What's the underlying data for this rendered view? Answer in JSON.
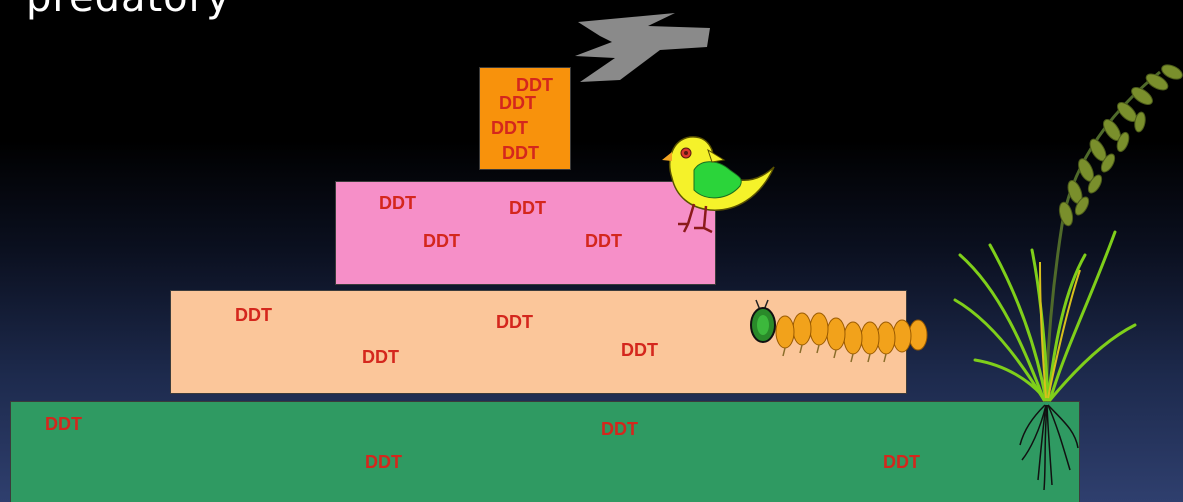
{
  "title": "predatory",
  "ddt_label": "DDT",
  "colors": {
    "soil": "#2f9a62",
    "producer_tier": "#fbc69a",
    "primary_consumer_tier": "#f68fc8",
    "top_tier": "#f8920c",
    "ddt_text": "#d4271d"
  },
  "tiers": [
    {
      "id": "soil",
      "ddt_count": 4
    },
    {
      "id": "producer",
      "ddt_count": 4
    },
    {
      "id": "consumer",
      "ddt_count": 4
    },
    {
      "id": "top",
      "ddt_count": 4
    }
  ],
  "icons": [
    "bird-of-prey-icon",
    "small-bird-icon",
    "caterpillar-icon",
    "rice-plant-icon"
  ]
}
